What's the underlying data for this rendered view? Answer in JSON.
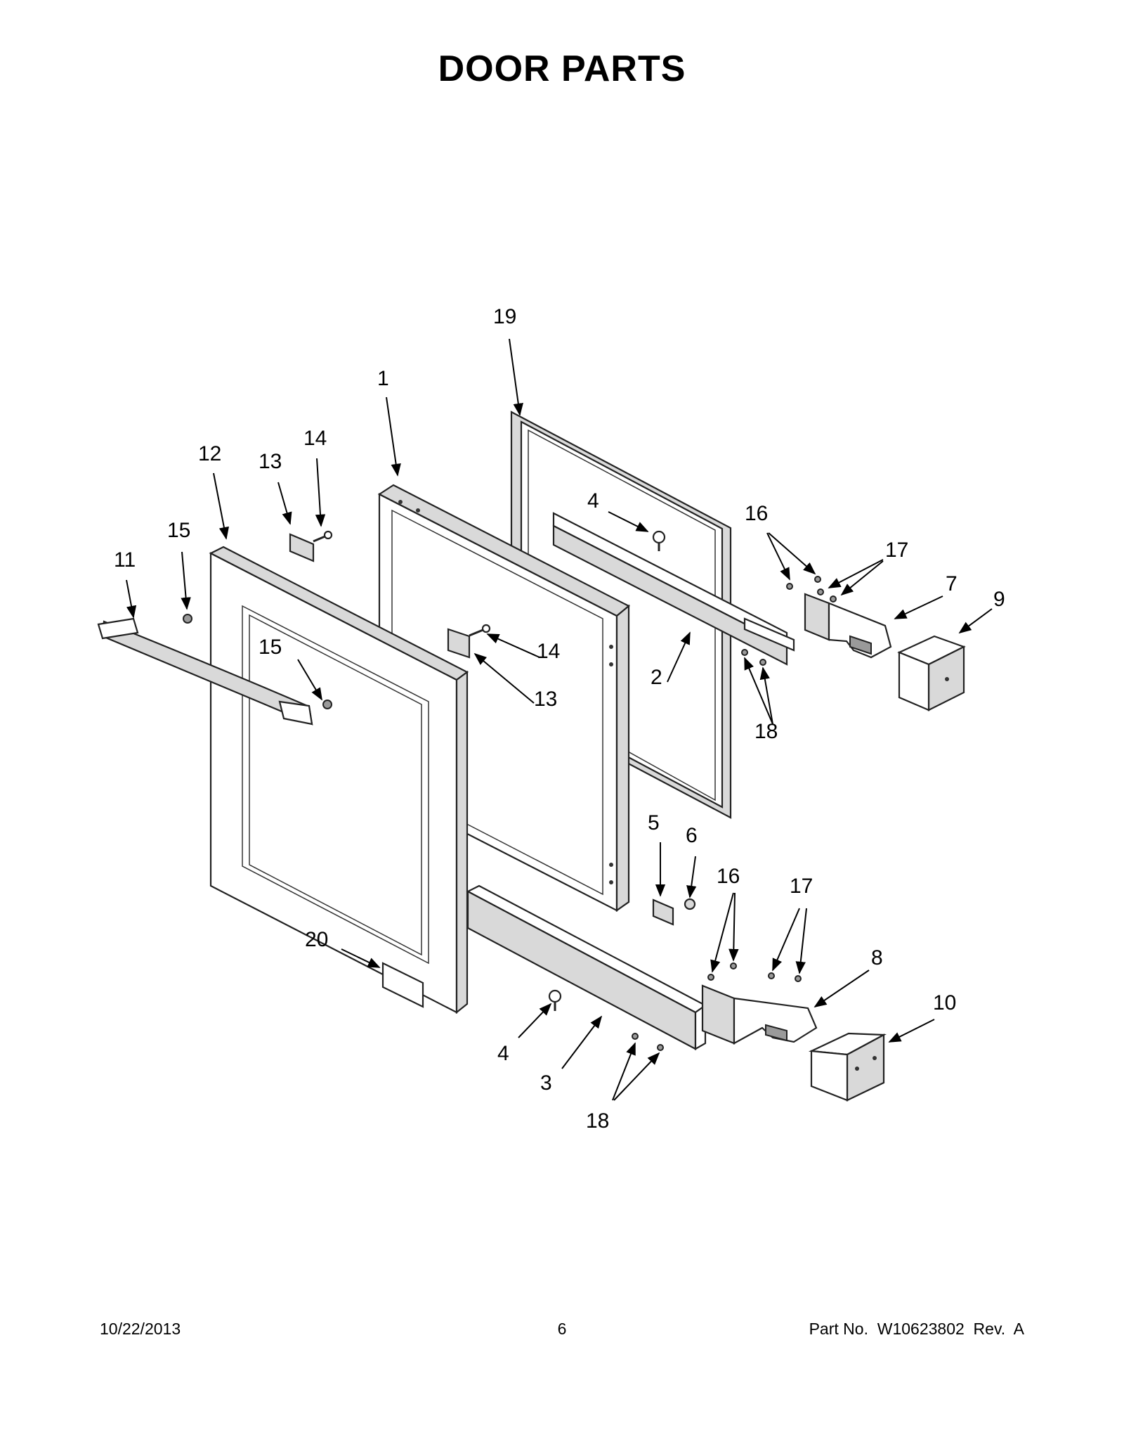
{
  "title": "DOOR PARTS",
  "callouts": [
    "19",
    "1",
    "14",
    "13",
    "12",
    "15",
    "11",
    "4",
    "16",
    "17",
    "7",
    "9",
    "14",
    "13",
    "15",
    "2",
    "18",
    "5",
    "6",
    "16",
    "17",
    "8",
    "20",
    "10",
    "4",
    "3",
    "18"
  ],
  "footer": {
    "date": "10/22/2013",
    "page": "6",
    "part_no": "Part No.  W10623802  Rev.  A"
  }
}
